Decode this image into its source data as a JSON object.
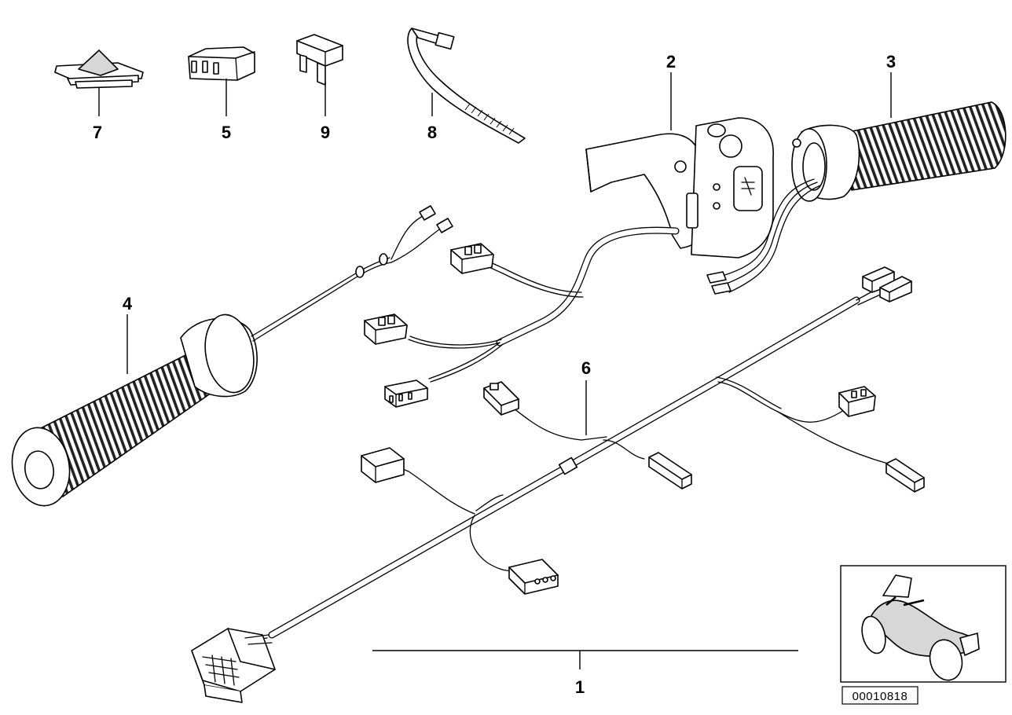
{
  "diagram": {
    "callouts": [
      {
        "id": "1",
        "label": "1"
      },
      {
        "id": "2",
        "label": "2"
      },
      {
        "id": "3",
        "label": "3"
      },
      {
        "id": "4",
        "label": "4"
      },
      {
        "id": "5",
        "label": "5"
      },
      {
        "id": "6",
        "label": "6"
      },
      {
        "id": "7",
        "label": "7"
      },
      {
        "id": "8",
        "label": "8"
      },
      {
        "id": "9",
        "label": "9"
      }
    ],
    "reference_number": "00010818"
  },
  "colors": {
    "line": "#000000",
    "background": "#ffffff",
    "shade": "#d7d7d7"
  }
}
